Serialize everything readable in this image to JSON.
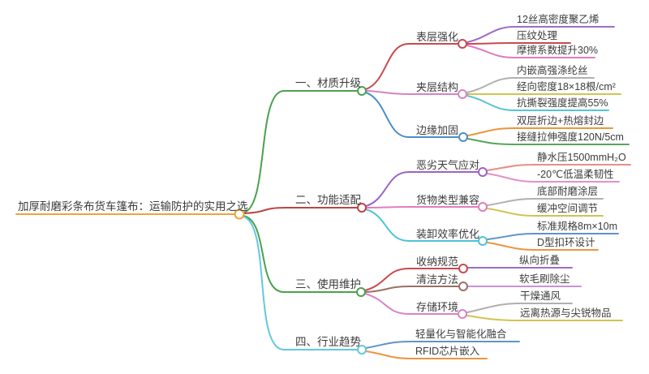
{
  "root": {
    "label": "加厚耐磨彩条布货车篷布：运输防护的实用之选",
    "color": "#f2a23a"
  },
  "branches": [
    {
      "label": "一、材质升级",
      "color": "#4ba14f",
      "children": [
        {
          "label": "表层强化",
          "color": "#c84a4e",
          "children": [
            {
              "label": "12丝高密度聚乙烯",
              "color": "#9c6ec6"
            },
            {
              "label": "压纹处理",
              "color": "#c84a4e"
            },
            {
              "label": "摩擦系数提升30%",
              "color": "#e07cc0"
            }
          ]
        },
        {
          "label": "夹层结构",
          "color": "#d683c5",
          "children": [
            {
              "label": "内嵌高强涤纶丝",
              "color": "#b2b0ad"
            },
            {
              "label": "经向密度18×18根/cm²",
              "color": "#d2c351"
            },
            {
              "label": "抗撕裂强度提高55%",
              "color": "#57c4d6"
            }
          ]
        },
        {
          "label": "边缘加固",
          "color": "#4b8ecb",
          "children": [
            {
              "label": "双层折边+热熔封边",
              "color": "#ea963e"
            },
            {
              "label": "接缝拉伸强度120N/5cm",
              "color": "#57a55b"
            }
          ]
        }
      ]
    },
    {
      "label": "二、功能适配",
      "color": "#bc4543",
      "children": [
        {
          "label": "恶劣天气应对",
          "color": "#9c64c4",
          "children": [
            {
              "label": "静水压1500mmH₂O",
              "color": "#e88e86"
            },
            {
              "label": "-20℃低温柔韧性",
              "color": "#e391c5"
            }
          ]
        },
        {
          "label": "货物类型兼容",
          "color": "#e07cc0",
          "children": [
            {
              "label": "底部耐磨涂层",
              "color": "#b2b0ad"
            },
            {
              "label": "缓冲空间调节",
              "color": "#d2c351"
            }
          ]
        },
        {
          "label": "装卸效率优化",
          "color": "#4fc3d5",
          "children": [
            {
              "label": "标准规格8m×10m",
              "color": "#5e93cc"
            },
            {
              "label": "D型扣环设计",
              "color": "#ea963e"
            }
          ]
        }
      ]
    },
    {
      "label": "三、使用维护",
      "color": "#4ba14f",
      "children": [
        {
          "label": "收纳规范",
          "color": "#c84a4e",
          "children": [
            {
              "label": "纵向折叠",
              "color": "#9c6ec6"
            }
          ]
        },
        {
          "label": "清洁方法",
          "color": "#9b6f65",
          "children": [
            {
              "label": "软毛刷除尘",
              "color": "#c495d6"
            }
          ]
        },
        {
          "label": "存储环境",
          "color": "#d883c6",
          "children": [
            {
              "label": "干燥通风",
              "color": "#b2b0ad"
            },
            {
              "label": "远离热源与尖锐物品",
              "color": "#d2c351"
            }
          ]
        }
      ]
    },
    {
      "label": "四、行业趋势",
      "color": "#64c7e2",
      "children": [
        {
          "label": "轻量化与智能化融合",
          "color": "#5e93cc"
        },
        {
          "label": "RFID芯片嵌入",
          "color": "#ea963e"
        }
      ]
    }
  ]
}
